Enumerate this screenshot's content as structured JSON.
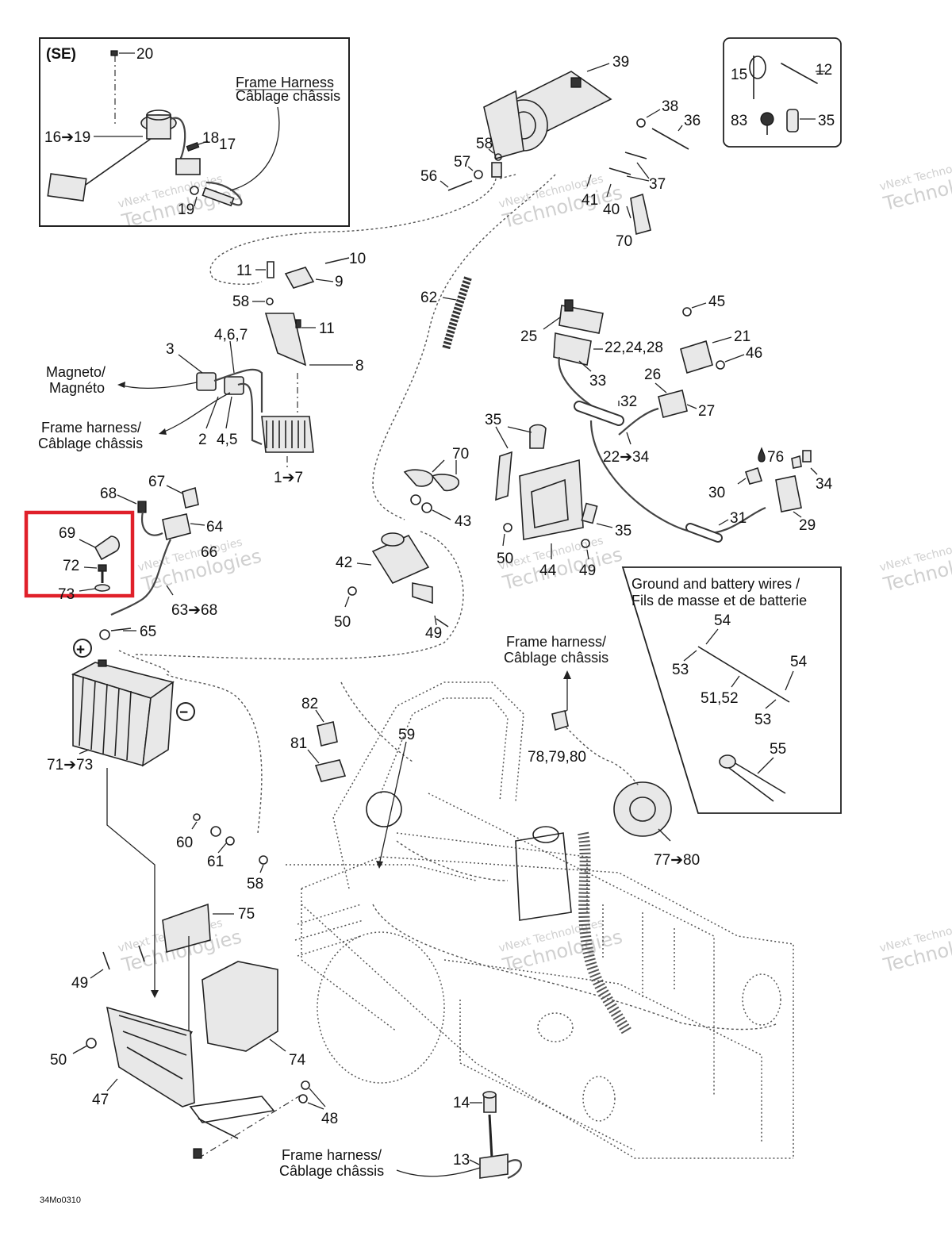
{
  "inset_se": {
    "title": "(SE)",
    "frame_harness_en": "Frame Harness",
    "frame_harness_fr": "Câblage châssis"
  },
  "callouts": {
    "c20": "20",
    "c16_19": "16➔19",
    "c18": "18",
    "c17": "17",
    "c19": "19",
    "c39": "39",
    "c38": "38",
    "c36": "36",
    "c37": "37",
    "c58a": "58",
    "c57": "57",
    "c56": "56",
    "c41": "41",
    "c40": "40",
    "c70a": "70",
    "c15": "15",
    "c12": "12",
    "c83": "83",
    "c35a": "35",
    "c11a": "11",
    "c10": "10",
    "c9": "9",
    "c58b": "58",
    "c11b": "11",
    "c8": "8",
    "c3": "3",
    "c4_6_7": "4,6,7",
    "c2": "2",
    "c4_5": "4,5",
    "c1_7": "1➔7",
    "c62": "62",
    "c25": "25",
    "c22_24_28": "22,24,28",
    "c33": "33",
    "c45": "45",
    "c21": "21",
    "c46": "46",
    "c26": "26",
    "c32": "32",
    "c27": "27",
    "c22_34": "22➔34",
    "c76": "76",
    "c34": "34",
    "c30": "30",
    "c31": "31",
    "c29": "29",
    "c35b": "35",
    "c70b": "70",
    "c43": "43",
    "c42": "42",
    "c50a": "50",
    "c49a": "49",
    "c44": "44",
    "c50b": "50",
    "c49b": "49",
    "c35c": "35",
    "c67": "67",
    "c68": "68",
    "c64": "64",
    "c66": "66",
    "c63_68": "63➔68",
    "c65": "65",
    "c69": "69",
    "c72": "72",
    "c73": "73",
    "c71_73": "71➔73",
    "c54a": "54",
    "c53a": "53",
    "c54b": "54",
    "c51_52": "51,52",
    "c53b": "53",
    "c55": "55",
    "c82": "82",
    "c81": "81",
    "c59": "59",
    "c78_80": "78,79,80",
    "c77_80": "77➔80",
    "c60": "60",
    "c61": "61",
    "c58c": "58",
    "c75": "75",
    "c49c": "49",
    "c50c": "50",
    "c74": "74",
    "c47": "47",
    "c48": "48",
    "c14": "14",
    "c13": "13"
  },
  "captions": {
    "magneto_en": "Magneto/",
    "magneto_fr": "Magnéto",
    "frame_harness1_en": "Frame harness/",
    "frame_harness1_fr": "Câblage châssis",
    "ground_en": "Ground and battery wires /",
    "ground_fr": "Fils de masse et de batterie",
    "frame_harness2_en": "Frame harness/",
    "frame_harness2_fr": "Câblage châssis",
    "frame_harness3_en": "Frame harness/",
    "frame_harness3_fr": "Câblage châssis"
  },
  "symbols": {
    "positive": "+",
    "negative": "−"
  },
  "watermark": {
    "line1": "vNext Technologies",
    "line2": "Technologies"
  },
  "drawing_number": "34Mo0310",
  "highlight_color": "#e0202a"
}
